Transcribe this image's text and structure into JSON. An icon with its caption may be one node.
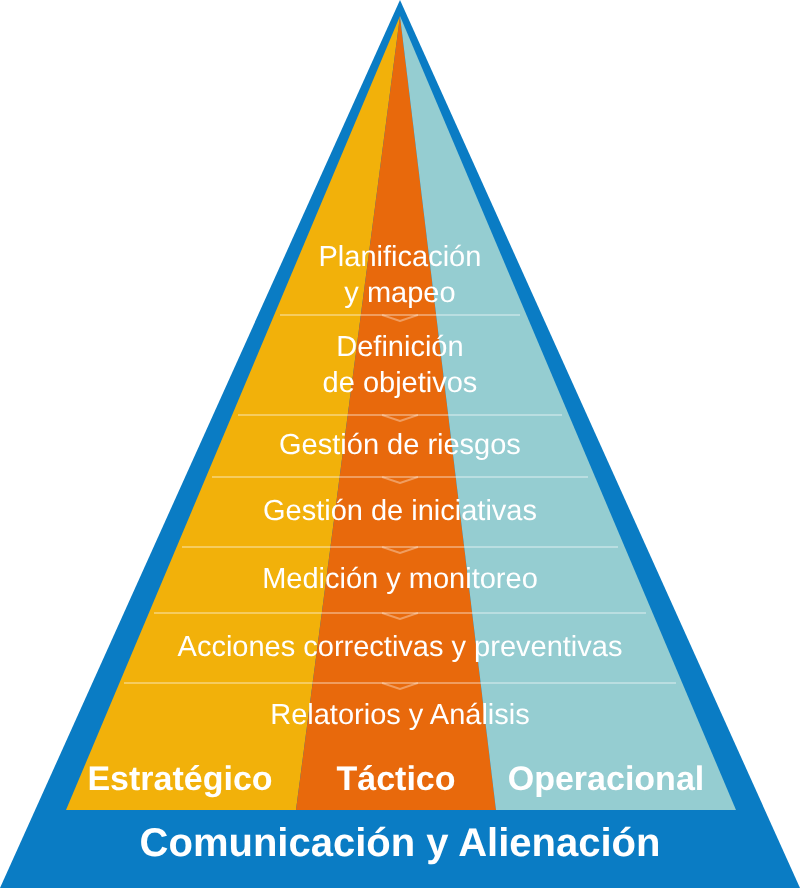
{
  "diagram": {
    "nodes": [
      {
        "text": [
          "Comunicación y Alienación"
        ]
      },
      {
        "text": [
          "Estratégico"
        ],
        "in": 0
      },
      {
        "text": [
          "Táctico"
        ],
        "in": 0
      },
      {
        "text": [
          "Operacional"
        ],
        "in": 0
      },
      {
        "text": [
          "Planificación y mapeo"
        ],
        "in": 0
      },
      {
        "text": [
          "Definición de objetivos"
        ],
        "in": 0
      },
      {
        "text": [
          "Gestión de riesgos"
        ],
        "in": 0
      },
      {
        "text": [
          "Gestión de iniciativas"
        ],
        "in": 0
      },
      {
        "text": [
          "Medición y monitoreo"
        ],
        "in": 0
      },
      {
        "text": [
          "Acciones correctivas y preventivas"
        ],
        "in": 0
      },
      {
        "text": [
          "Relatorios y Análisis"
        ],
        "in": 0
      }
    ]
  }
}
